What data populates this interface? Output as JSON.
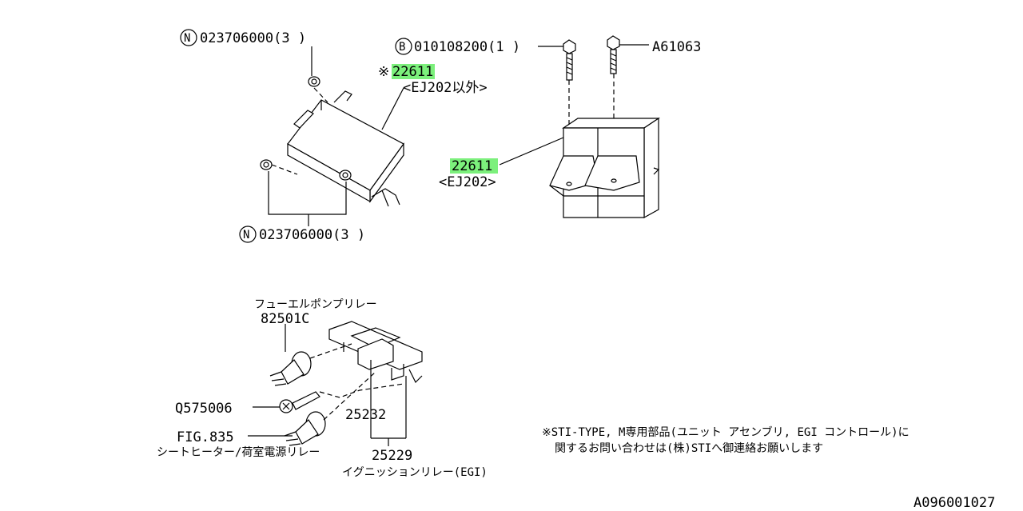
{
  "diagram": {
    "callouts": {
      "n_top": {
        "symbol": "N",
        "text": "023706000(3 )"
      },
      "n_bottom": {
        "symbol": "N",
        "text": "023706000(3 )"
      },
      "b_bolt": {
        "symbol": "B",
        "text": "010108200(1 )"
      },
      "a_bolt": {
        "text": "A61063"
      }
    },
    "parts": {
      "ecu_upper": {
        "prefix": "※",
        "number": "22611",
        "note": "<EJ202以外>"
      },
      "ecu_lower": {
        "number": "22611",
        "note": "<EJ202>"
      },
      "fuel_pump_relay": {
        "name": "フューエルポンプリレー",
        "number": "82501C"
      },
      "q575006": {
        "number": "Q575006"
      },
      "fig835": {
        "number": "FIG.835",
        "name": "シートヒーター/荷室電源リレー"
      },
      "p25232": {
        "number": "25232"
      },
      "p25229": {
        "number": "25229",
        "name": "イグニッションリレー(EGI)"
      }
    },
    "footnote": {
      "line1": "※STI-TYPE, M専用部品(ユニット アセンブリ, EGI コントロール)に",
      "line2": "関するお問い合わせは(株)STIへ御連絡お願いします"
    },
    "diagram_id": "A096001027",
    "highlight_color": "#7cf07c"
  }
}
